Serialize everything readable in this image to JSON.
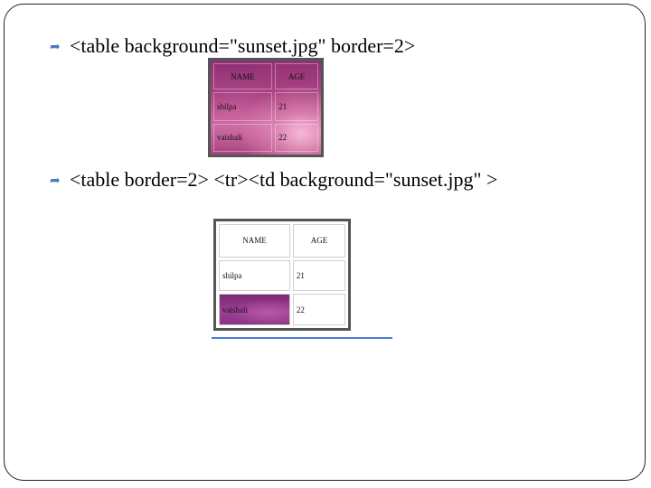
{
  "bullets": [
    "<table background=\"sunset.jpg\" border=2>",
    "<table border=2> <tr><td background=\"sunset.jpg\" >"
  ],
  "bullet_icon": "curved-arrow-bullet-icon",
  "colors": {
    "bullet_accent": "#4a7abf",
    "underline": "#4a7fd0",
    "sunset": "#b04a8a"
  },
  "table1": {
    "headers": [
      "NAME",
      "AGE"
    ],
    "rows": [
      [
        "shilpa",
        "21"
      ],
      [
        "vaishali",
        "22"
      ]
    ]
  },
  "table2": {
    "headers": [
      "NAME",
      "AGE"
    ],
    "rows": [
      [
        "shilpa",
        "21"
      ],
      [
        "vaishali",
        "22"
      ]
    ]
  }
}
